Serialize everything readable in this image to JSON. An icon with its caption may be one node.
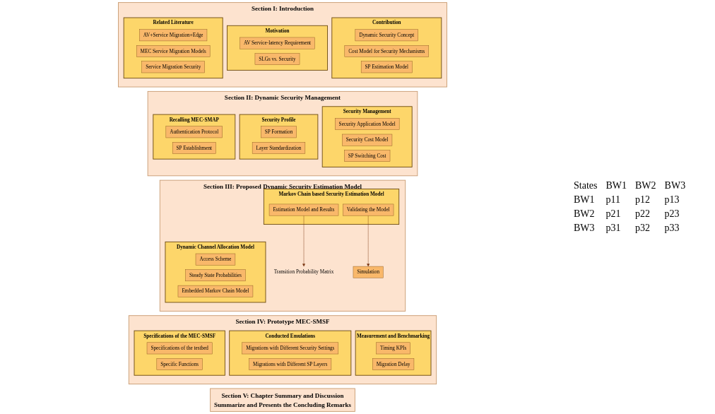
{
  "diagram": {
    "nodes": [
      {
        "text": [
          "Section I: Introduction"
        ]
      },
      {
        "text": [
          "Related Literature"
        ],
        "in": 0
      },
      {
        "text": [
          "AV+Service Migration+Edge"
        ],
        "in": 1
      },
      {
        "text": [
          "MEC Service Migration Models"
        ],
        "in": 1
      },
      {
        "text": [
          "Service Migration Security"
        ],
        "in": 1
      },
      {
        "text": [
          "Motivation"
        ],
        "in": 0
      },
      {
        "text": [
          "AV Service-latency Requirement"
        ],
        "in": 5
      },
      {
        "text": [
          "SLGs vs. Security"
        ],
        "in": 5
      },
      {
        "text": [
          "Contribution"
        ],
        "in": 0
      },
      {
        "text": [
          "Dynamic Security Concept"
        ],
        "in": 8
      },
      {
        "text": [
          "Cost Model for Security Mechanisms"
        ],
        "in": 8
      },
      {
        "text": [
          "SP Estimation Model"
        ],
        "in": 8
      },
      {
        "text": [
          "Section II: Dynamic Security Management"
        ]
      },
      {
        "text": [
          "Recalling MEC-SMAP"
        ],
        "in": 12
      },
      {
        "text": [
          "Authentication Protocol"
        ],
        "in": 13
      },
      {
        "text": [
          "SP Establishment"
        ],
        "in": 13
      },
      {
        "text": [
          "Security Profile"
        ],
        "in": 12
      },
      {
        "text": [
          "SP Formation"
        ],
        "in": 16
      },
      {
        "text": [
          "Layer Standardization"
        ],
        "in": 16
      },
      {
        "text": [
          "Security Management"
        ],
        "in": 12
      },
      {
        "text": [
          "Security Application Model"
        ],
        "in": 19
      },
      {
        "text": [
          "Security Cost Model"
        ],
        "in": 19
      },
      {
        "text": [
          "SP Switching Cost"
        ],
        "in": 19
      },
      {
        "text": [
          "Section III: Proposed Dynamic Security Estimation Model"
        ]
      },
      {
        "text": [
          "Dynamic Channel Allocation Model"
        ],
        "in": 23
      },
      {
        "text": [
          "Access Scheme"
        ],
        "in": 24
      },
      {
        "text": [
          "Steady State Probabilities"
        ],
        "in": 24
      },
      {
        "text": [
          "Embedded Markov Chain Model"
        ],
        "in": 24
      },
      {
        "text": [
          "Markov Chain based Security Estimation Model"
        ],
        "in": 23
      },
      {
        "text": [
          "Estimation Model and Results"
        ],
        "in": 28
      },
      {
        "text": [
          "Validating the Model"
        ],
        "in": 28
      },
      {
        "text": [
          "Transition Probability Matrix"
        ],
        "in": 23
      },
      {
        "text": [
          "Simulation"
        ],
        "in": 23
      },
      {
        "text": [
          "Section IV: Prototype MEC-SMSF"
        ]
      },
      {
        "text": [
          "Specifications of the MEC-SMSF"
        ],
        "in": 33
      },
      {
        "text": [
          "Specifications of the testbed"
        ],
        "in": 34
      },
      {
        "text": [
          "Specific Functions"
        ],
        "in": 34
      },
      {
        "text": [
          "Conducted Emulations"
        ],
        "in": 33
      },
      {
        "text": [
          "Migrations with Different Security Settings"
        ],
        "in": 37
      },
      {
        "text": [
          "Migrations with Different SP Layers"
        ],
        "in": 37
      },
      {
        "text": [
          "Measurement and Benchmarking"
        ],
        "in": 33
      },
      {
        "text": [
          "Timing KPIs"
        ],
        "in": 40
      },
      {
        "text": [
          "Migration Delay"
        ],
        "in": 40
      },
      {
        "text": [
          "Section V: Chapter Summary and Discussion",
          "Summarize and Presents the Concluding Remarks"
        ]
      }
    ],
    "edges": [
      {
        "from": 29,
        "to": 31,
        "arrow": "to"
      },
      {
        "from": 30,
        "to": 32,
        "arrow": "to"
      }
    ],
    "labels": [
      "States",
      "BW1",
      "BW2",
      "BW3",
      "BW1",
      "p11",
      "p12",
      "p13",
      "BW2",
      "p21",
      "p22",
      "p23",
      "BW3",
      "p31",
      "p32",
      "p33"
    ]
  }
}
